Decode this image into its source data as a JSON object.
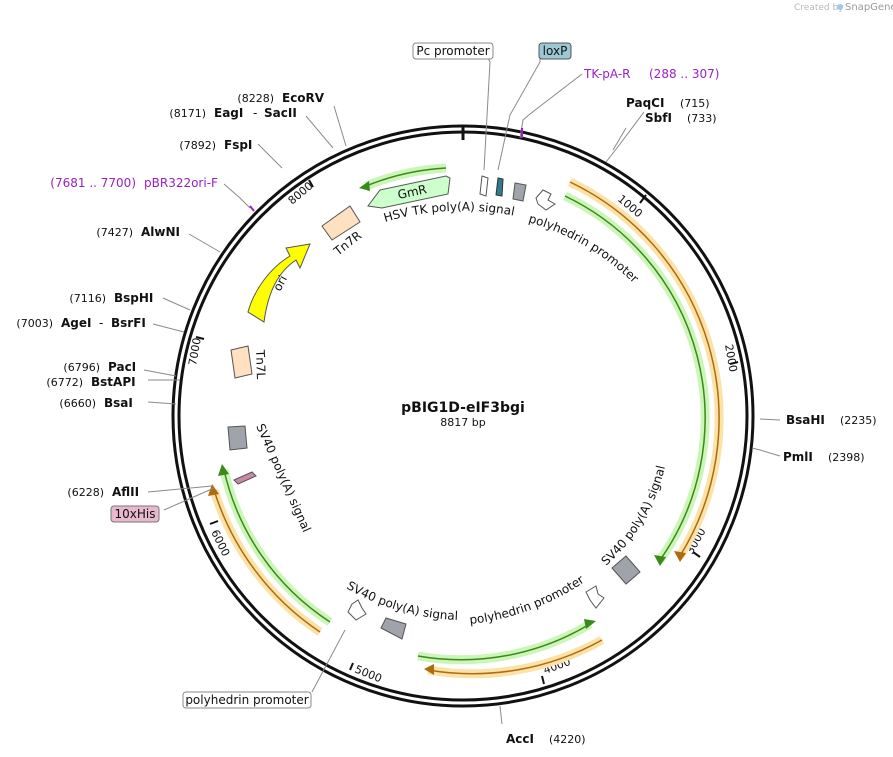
{
  "brand": {
    "created_by": "Created by",
    "name": "SnapGene"
  },
  "plasmid": {
    "name": "pBIG1D-eIF3bgi",
    "length": "8817 bp"
  },
  "ticks": [
    "1000",
    "2000",
    "3000",
    "4000",
    "5000",
    "6000",
    "7000",
    "8000"
  ],
  "enzymes": [
    {
      "name": "EcoRV",
      "pos": "(8228)"
    },
    {
      "name": "EagI",
      "sep": "-",
      "name2": "SacII",
      "pos": "(8171)"
    },
    {
      "name": "FspI",
      "pos": "(7892)"
    },
    {
      "name": "AlwNI",
      "pos": "(7427)"
    },
    {
      "name": "BspHI",
      "pos": "(7116)"
    },
    {
      "name": "AgeI",
      "sep": "-",
      "name2": "BsrFI",
      "pos": "(7003)"
    },
    {
      "name": "PacI",
      "pos": "(6796)"
    },
    {
      "name": "BstAPI",
      "pos": "(6772)"
    },
    {
      "name": "BsaI",
      "pos": "(6660)"
    },
    {
      "name": "AflII",
      "pos": "(6228)"
    },
    {
      "name": "PaqCI",
      "pos": "(715)"
    },
    {
      "name": "SbfI",
      "pos": "(733)"
    },
    {
      "name": "BsaHI",
      "pos": "(2235)"
    },
    {
      "name": "PmlI",
      "pos": "(2398)"
    },
    {
      "name": "AccI",
      "pos": "(4220)"
    }
  ],
  "primers": [
    {
      "name": "TK-pA-R",
      "range": "(288 .. 307)"
    },
    {
      "name": "pBR322ori-F",
      "range": "(7681 .. 7700)"
    }
  ],
  "boxed_features": {
    "pc_promoter": "Pc promoter",
    "loxp": "loxP",
    "his_tag": "10xHis",
    "polyhedrin_bottom": "polyhedrin promoter"
  },
  "features": {
    "gmr": "GmR",
    "hsv_tk": "HSV TK poly(A) signal",
    "polyhedrin_top": "polyhedrin promoter",
    "tn7r": "Tn7R",
    "ori": "ori",
    "tn7l": "Tn7L",
    "sv40_left": "SV40 poly(A) signal",
    "sv40_right": "SV40 poly(A) signal",
    "polyhedrin_right": "polyhedrin promoter",
    "sv40_bottom": "SV40 poly(A) signal"
  },
  "colors": {
    "ori": "#ffff00",
    "gmr": "#ccffcc",
    "tn7": "#ffe0c0",
    "polyA": "#a0a4aa",
    "loxp": "#9cc8d4",
    "his": "#e8b8cc",
    "primer": "#9b1fc7",
    "orf_green": "#3a8a1a",
    "orf_orange": "#b06a10"
  }
}
